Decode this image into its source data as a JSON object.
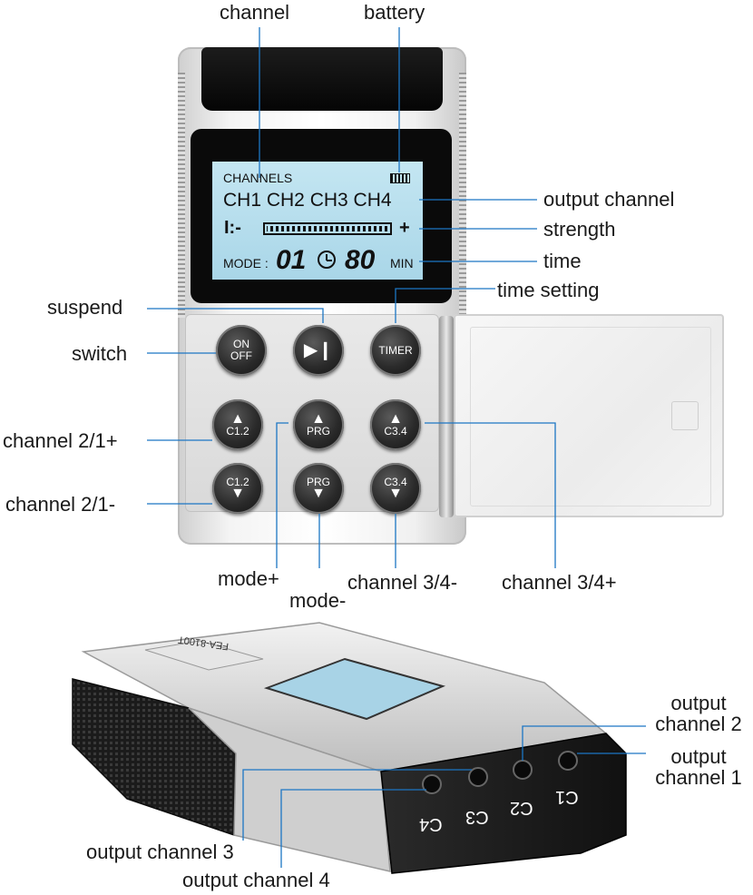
{
  "device_top": {
    "lcd": {
      "channels_label": "CHANNELS",
      "channels_row": "CH1 CH2 CH3 CH4",
      "strength_minus": "I:-",
      "strength_plus": "+",
      "mode_label": "MODE :",
      "mode_digits": "01",
      "time_digits": "80",
      "time_unit": "MIN"
    },
    "buttons": {
      "onoff": "ON\nOFF",
      "timer": "TIMER",
      "c12": "C1.2",
      "prg": "PRG",
      "c34": "C3.4"
    }
  },
  "callouts": {
    "channel": "channel",
    "battery": "battery",
    "output_channel": "output channel",
    "strength": "strength",
    "time": "time",
    "time_setting": "time setting",
    "suspend": "suspend",
    "switch": "switch",
    "channel_21_plus": "channel 2/1+",
    "channel_21_minus": "channel 2/1-",
    "mode_plus": "mode+",
    "mode_minus": "mode-",
    "channel_34_minus": "channel 3/4-",
    "channel_34_plus": "channel 3/4+",
    "output_channel_2_a": "output",
    "output_channel_2_b": "channel 2",
    "output_channel_1_a": "output",
    "output_channel_1_b": "channel 1",
    "output_channel_3": "output channel 3",
    "output_channel_4": "output channel 4"
  },
  "device_bottom": {
    "model": "FEA-8100T",
    "ports": [
      "C4",
      "C3",
      "C2",
      "C1"
    ]
  }
}
